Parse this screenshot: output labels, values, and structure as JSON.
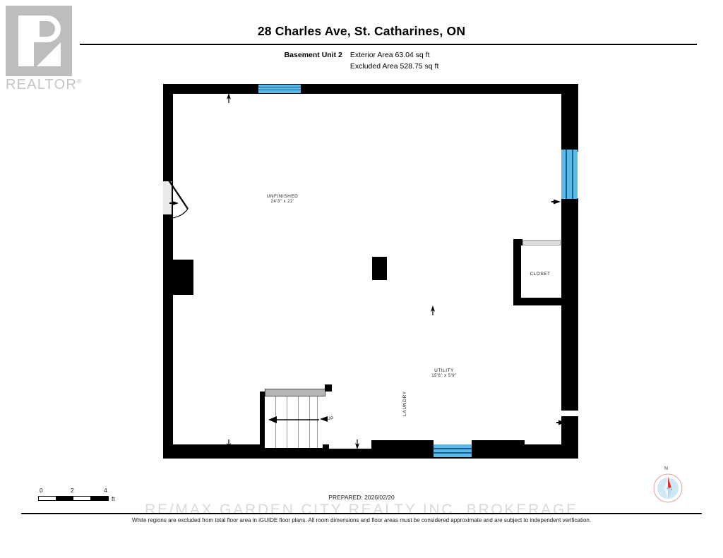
{
  "header": {
    "title": "28 Charles Ave, St. Catharines, ON",
    "unit_label": "Basement Unit 2",
    "exterior_area": "Exterior Area 63.04 sq ft",
    "excluded_area": "Excluded Area 528.75 sq ft"
  },
  "logo": {
    "wordmark": "REALTOR",
    "registered": "®"
  },
  "plan": {
    "rooms": [
      {
        "name": "UNFINISHED",
        "dims": "24'3\" x 22'"
      },
      {
        "name": "UTILITY",
        "dims": "15'6\" x 5'9\""
      },
      {
        "name": "CLOSET",
        "dims": ""
      },
      {
        "name": "LAUNDRY",
        "dims": ""
      }
    ],
    "stairs_label": "UP"
  },
  "scale": {
    "ticks": [
      "0",
      "2",
      "4"
    ],
    "unit": "ft"
  },
  "compass": {
    "north_label": "N"
  },
  "footer": {
    "prepared": "PREPARED: 2026/02/20",
    "disclaimer": "White regions are excluded from total floor area in iGUIDE floor plans. All room dimensions and floor areas must be considered approximate and are subject to independent verification.",
    "brokerage_watermark": "RE/MAX GARDEN CITY REALTY INC. BROKERAGE"
  },
  "colors": {
    "wall": "#000000",
    "window": "#5bbbe8",
    "window_line": "#1a5f94",
    "logo_gray": "#bdbdbd",
    "compass_needle": "#e02b2b"
  }
}
